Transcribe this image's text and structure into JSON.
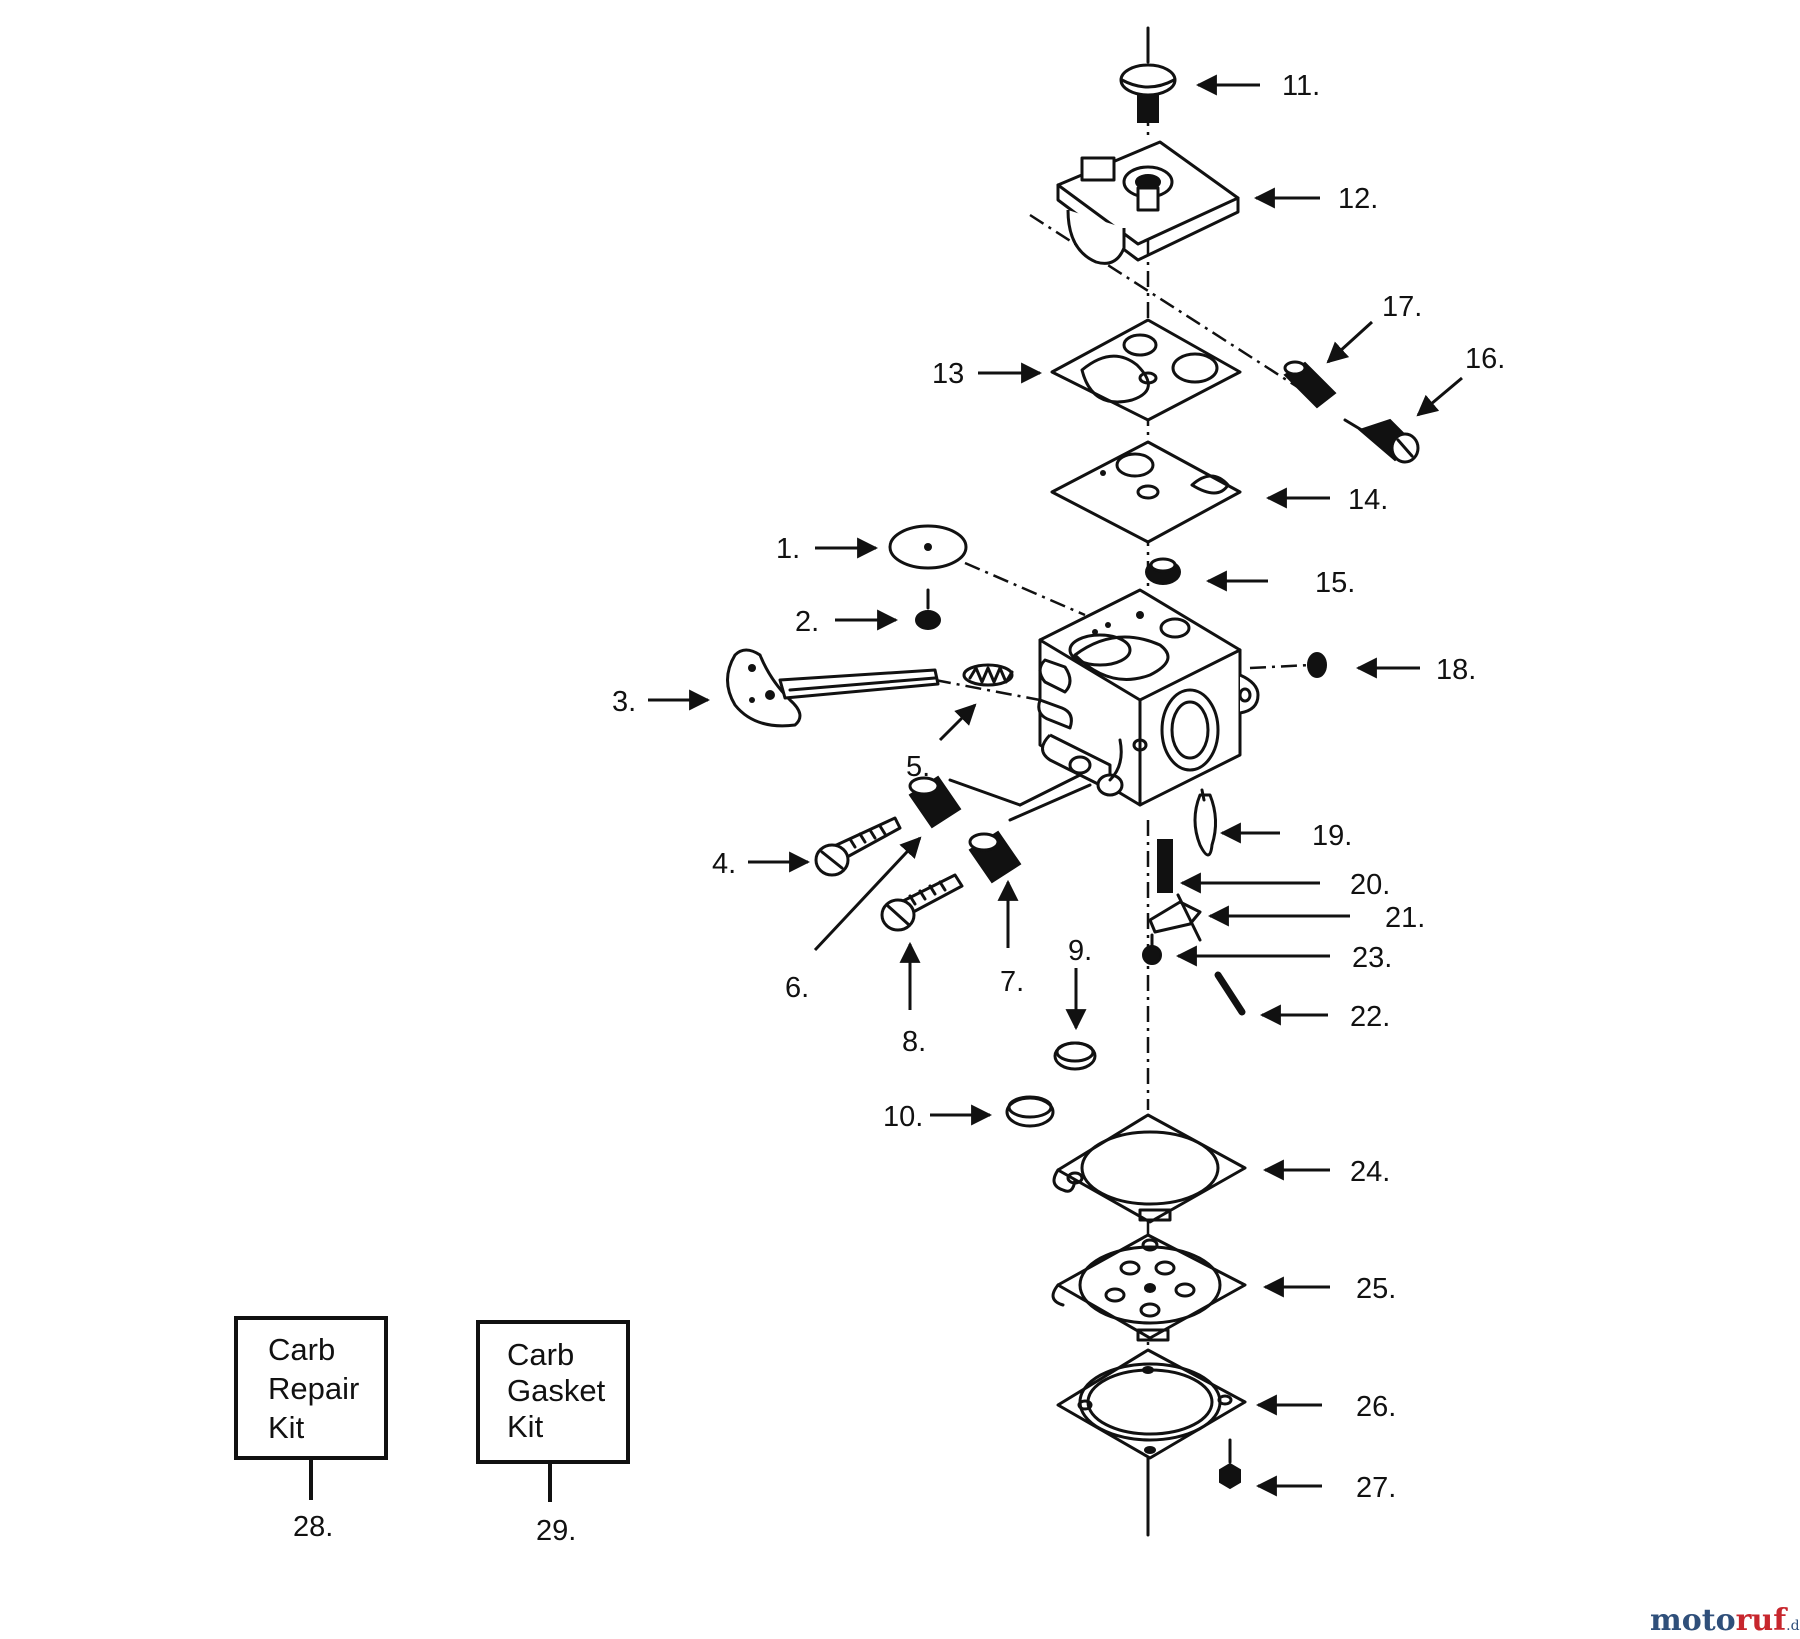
{
  "labels": {
    "p1": "1.",
    "p2": "2.",
    "p3": "3.",
    "p4": "4.",
    "p5": "5.",
    "p6": "6.",
    "p7": "7.",
    "p8": "8.",
    "p9": "9.",
    "p10": "10.",
    "p11": "11.",
    "p12": "12.",
    "p13": "13",
    "p14": "14.",
    "p15": "15.",
    "p16": "16.",
    "p17": "17.",
    "p18": "18.",
    "p19": "19.",
    "p20": "20.",
    "p21": "21.",
    "p22": "22.",
    "p23": "23.",
    "p24": "24.",
    "p25": "25.",
    "p26": "26.",
    "p27": "27.",
    "p28": "28.",
    "p29": "29."
  },
  "kits": {
    "repair": {
      "line1": "Carb",
      "line2": "Repair",
      "line3": "Kit"
    },
    "gasket": {
      "line1": "Carb",
      "line2": "Gasket",
      "line3": "Kit"
    }
  },
  "watermark": {
    "brand_a": "moto",
    "brand_b": "ruf",
    "tld": ".de"
  }
}
